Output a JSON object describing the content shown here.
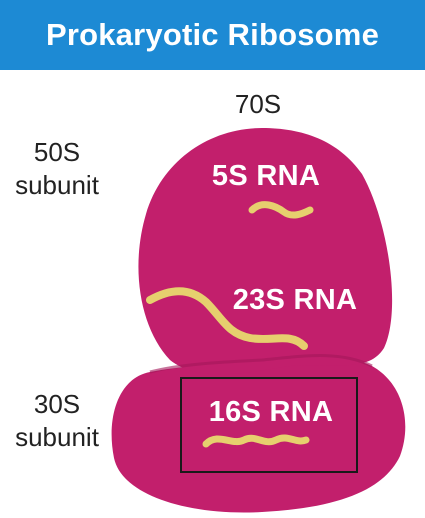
{
  "header": {
    "title": "Prokaryotic Ribosome",
    "color": "#1d8ad4"
  },
  "diagram": {
    "ribosome_label": "70S",
    "large_subunit": {
      "value": "50S",
      "word": "subunit",
      "color": "#c21f6c"
    },
    "small_subunit": {
      "value": "30S",
      "word": "subunit",
      "color": "#c21f6c"
    },
    "rna": {
      "rna_5s": "5S RNA",
      "rna_23s": "23S RNA",
      "rna_16s": "16S RNA",
      "strand_color": "#e6cf6e"
    },
    "highlight_box_color": "#1a1a1a"
  }
}
